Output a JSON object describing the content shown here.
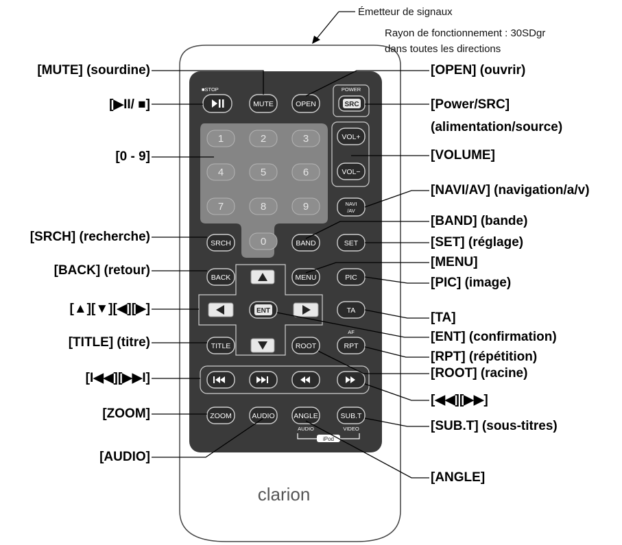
{
  "transmitter": {
    "label": "Émetteur de signaux",
    "range_line1": "Rayon de fonctionnement : 30SDgr",
    "range_line2": "dans toutes les directions"
  },
  "labels": {
    "mute": "[MUTE] (sourdine)",
    "playstop": "[▶II/ ■]",
    "digits": "[0 - 9]",
    "srch": "[SRCH] (recherche)",
    "back": "[BACK] (retour)",
    "arrows": "[▲][▼][◀][▶]",
    "title": "[TITLE] (titre)",
    "skip": "[I◀◀][▶▶I]",
    "zoom": "[ZOOM]",
    "audio": "[AUDIO]",
    "open": "[OPEN] (ouvrir)",
    "power1": "[Power/SRC]",
    "power2": "(alimentation/source)",
    "volume": "[VOLUME]",
    "navi": "[NAVI/AV] (navigation/a/v)",
    "band": "[BAND] (bande)",
    "set": "[SET] (réglage)",
    "menu": "[MENU]",
    "pic": "[PIC] (image)",
    "ta": "[TA]",
    "ent": "[ENT] (confirmation)",
    "rpt": "[RPT] (répétition)",
    "root": "[ROOT] (racine)",
    "ffrew": "[◀◀][▶▶]",
    "subt": "[SUB.T] (sous-titres)",
    "angle": "[ANGLE]"
  },
  "buttons": {
    "stop_small": "■STOP",
    "power_small": "POWER",
    "mute": "MUTE",
    "open": "OPEN",
    "src": "SRC",
    "vol_up": "VOL+",
    "vol_down": "VOL−",
    "navi_top": "NAVI",
    "navi_bottom": "/AV",
    "digits": [
      "1",
      "2",
      "3",
      "4",
      "5",
      "6",
      "7",
      "8",
      "9",
      "0"
    ],
    "srch": "SRCH",
    "band": "BAND",
    "set": "SET",
    "back": "BACK",
    "menu": "MENU",
    "pic": "PIC",
    "ent": "ENT",
    "ta": "TA",
    "title": "TITLE",
    "root": "ROOT",
    "af_small": "AF",
    "rpt": "RPT",
    "zoom": "ZOOM",
    "audio": "AUDIO",
    "angle": "ANGLE",
    "subt": "SUB.T",
    "ipod_audio": "AUDIO",
    "ipod_video": "VIDEO",
    "ipod": "iPod"
  },
  "brand": "clarion",
  "colors": {
    "remote_body": "#ffffff",
    "panel": "#3a3a3a",
    "button": "#2b2b2b",
    "keypad": "#8e8e8e"
  }
}
